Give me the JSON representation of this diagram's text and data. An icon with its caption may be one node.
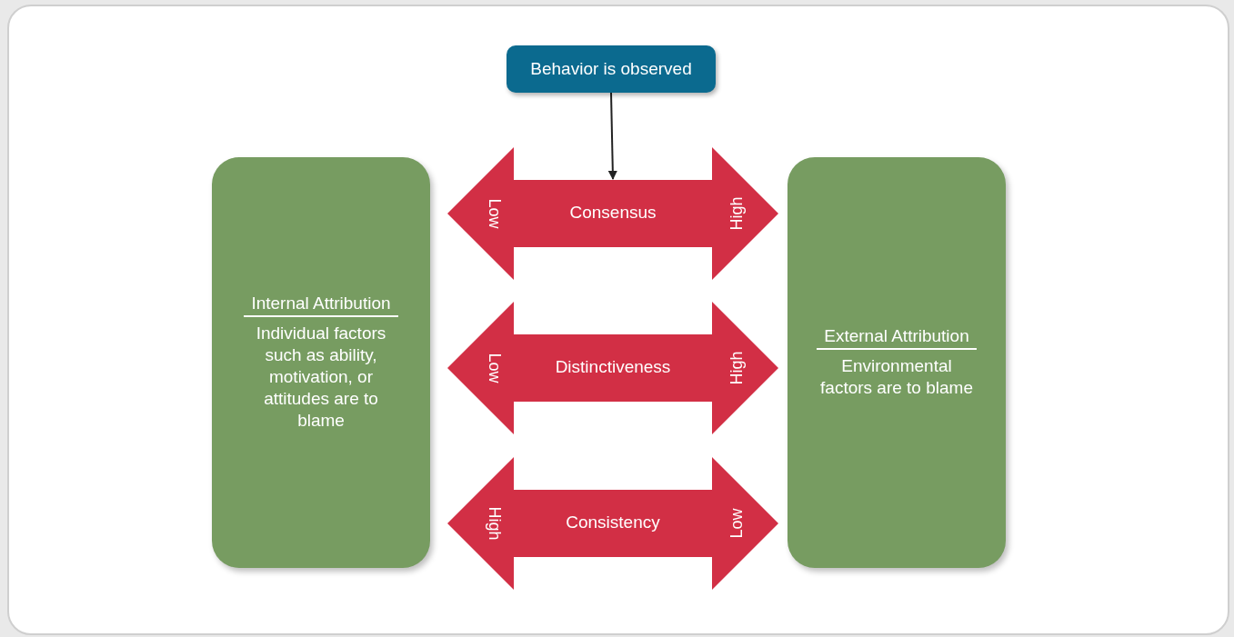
{
  "diagram": {
    "nodes": [
      {
        "text": [
          "Behavior is observed"
        ]
      },
      {
        "text": [
          "Internal Attribution",
          "Individual factors such as ability, motivation, or attitudes are to blame"
        ]
      },
      {
        "text": [
          "Low",
          "Consensus",
          "High"
        ]
      },
      {
        "text": [
          "Low",
          "Distinctiveness",
          "High"
        ]
      },
      {
        "text": [
          "High",
          "Consistency",
          "Low"
        ]
      },
      {
        "text": [
          "External Attribution",
          "Environmental factors are to blame"
        ]
      }
    ],
    "edges": [
      {
        "from": 0,
        "to": 2,
        "arrow": "to"
      }
    ]
  }
}
